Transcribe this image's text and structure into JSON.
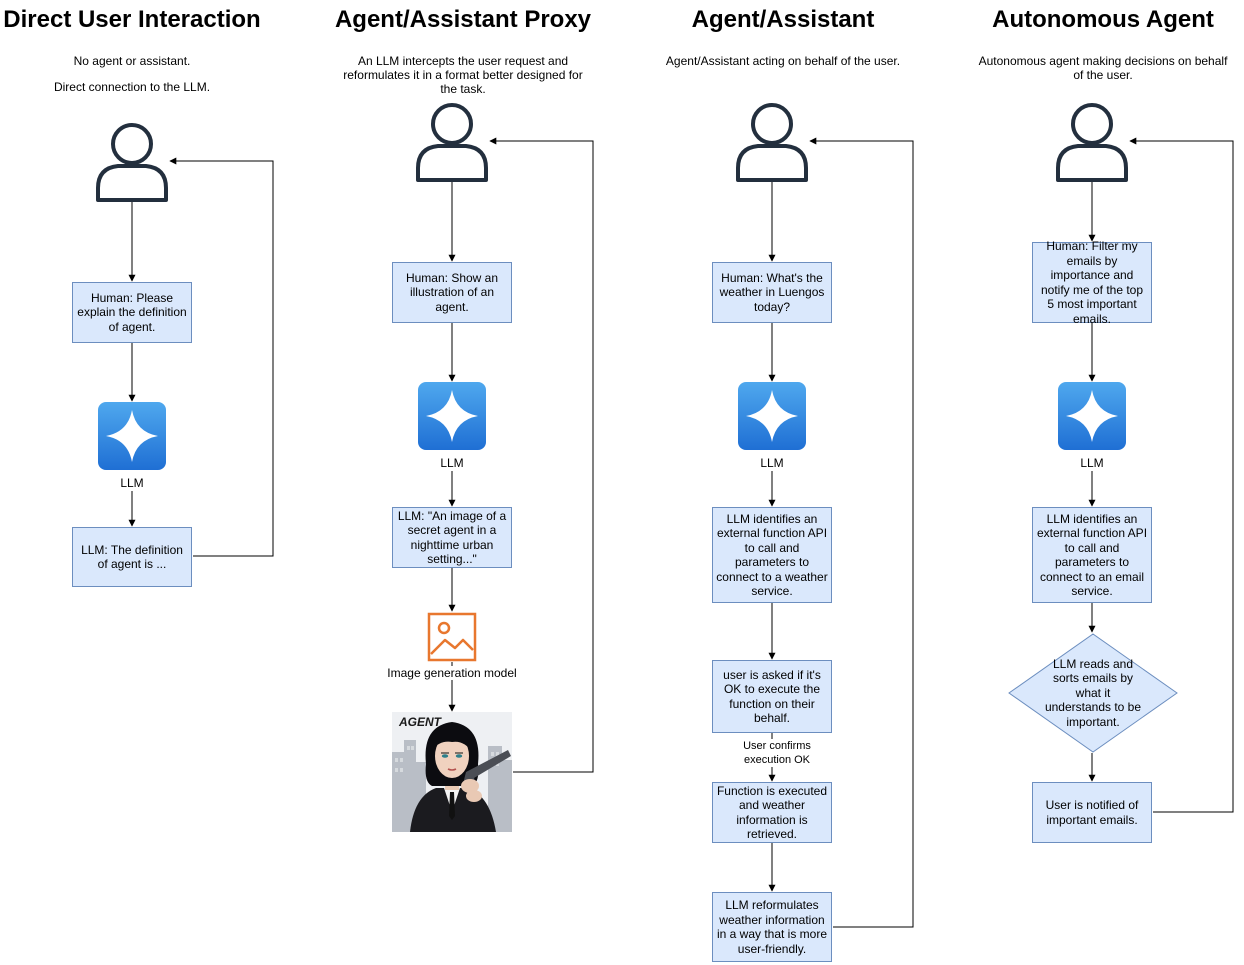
{
  "columns": [
    {
      "title": "Direct User Interaction",
      "desc1": "No agent or assistant.",
      "desc2": "Direct connection to the LLM.",
      "human": "Human: Please explain the definition of agent.",
      "llm_label": "LLM",
      "response": "LLM: The definition of agent is ..."
    },
    {
      "title": "Agent/Assistant Proxy",
      "desc1": "An LLM intercepts the user request and reformulates it in a format better designed for the task.",
      "human": "Human: Show an illustration of an agent.",
      "llm_label": "LLM",
      "reformulated": "LLM: \"An image of a secret agent in a nighttime urban setting...\"",
      "image_model_label": "Image generation model",
      "agent_image_text": "AGENT"
    },
    {
      "title": "Agent/Assistant",
      "desc1": "Agent/Assistant acting on behalf of the user.",
      "human": "Human: What's the weather in Luengos today?",
      "llm_label": "LLM",
      "identify": "LLM identifies an external function API to call and parameters to connect to a weather service.",
      "ask": "user is asked if it's OK to execute the function on their behalf.",
      "confirm": "User confirms execution OK",
      "execute": "Function is executed and weather information is retrieved.",
      "reformulate": "LLM reformulates weather information in a way that is more user-friendly."
    },
    {
      "title": "Autonomous Agent",
      "desc1": "Autonomous agent making decisions on behalf of the user.",
      "human": "Human: Filter my emails by importance and notify me of the top 5 most important emails.",
      "llm_label": "LLM",
      "identify": "LLM identifies an external function API to call and parameters to connect to an email service.",
      "decision": "LLM reads and sorts emails by what it understands to be important.",
      "notify": "User is notified of important emails."
    }
  ],
  "colors": {
    "box_fill": "#dae8fc",
    "box_border": "#6c8ebf",
    "llm_icon_top": "#4fa8ee",
    "llm_icon_bottom": "#1f6fd4",
    "image_icon": "#e8772e"
  },
  "icons": [
    "user-icon",
    "llm-sparkle-icon",
    "image-icon"
  ]
}
